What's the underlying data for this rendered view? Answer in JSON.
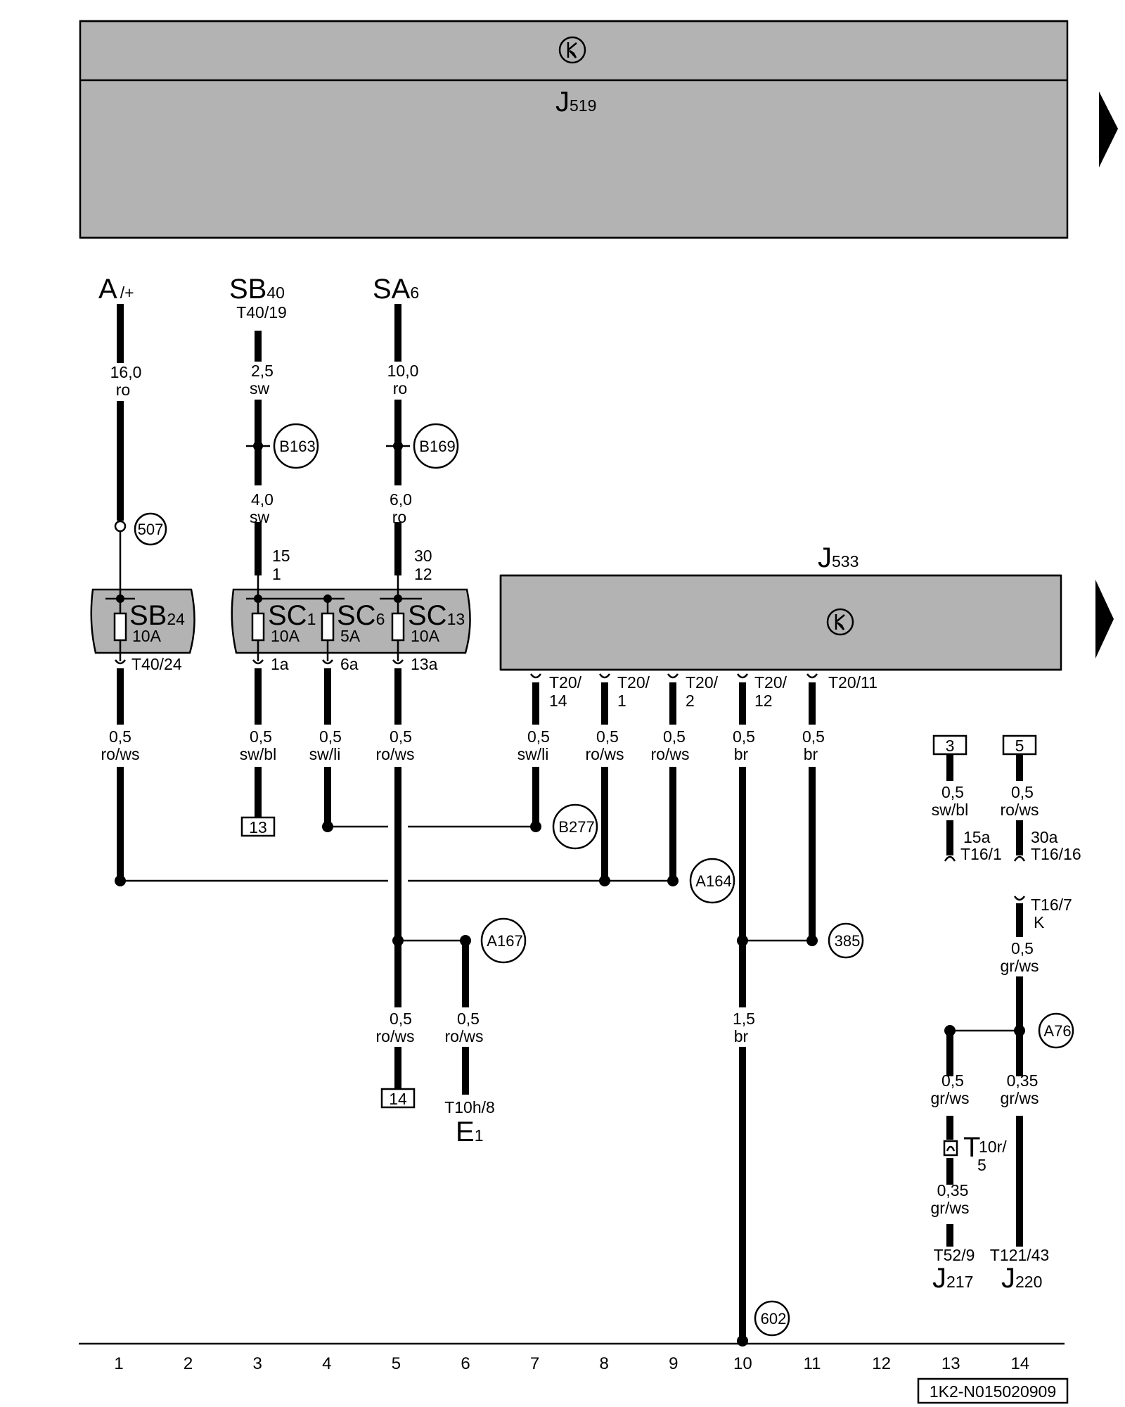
{
  "modules": {
    "top": {
      "name": "J",
      "sub": "519"
    },
    "gateway": {
      "name": "J",
      "sub": "533"
    }
  },
  "sources": {
    "a": {
      "name": "A",
      "sub": "/+"
    },
    "sb": {
      "name": "SB",
      "sub": "40",
      "conn": "T40/19"
    },
    "sa": {
      "name": "SA",
      "sub": "6"
    }
  },
  "fuses": {
    "sb24": {
      "name": "SB",
      "sub": "24",
      "rating": "10A"
    },
    "sc1": {
      "name": "SC",
      "sub": "1",
      "rating": "10A"
    },
    "sc6": {
      "name": "SC",
      "sub": "6",
      "rating": "5A"
    },
    "sc13": {
      "name": "SC",
      "sub": "13",
      "rating": "10A"
    }
  },
  "wires": {
    "w1a": {
      "size": "16,0",
      "color": "ro"
    },
    "w3a": {
      "size": "2,5",
      "color": "sw"
    },
    "w3b": {
      "size": "4,0",
      "color": "sw"
    },
    "w5a": {
      "size": "10,0",
      "color": "ro"
    },
    "w5b": {
      "size": "6,0",
      "color": "ro"
    },
    "w1b": {
      "size": "0,5",
      "color": "ro/ws"
    },
    "w3c": {
      "size": "0,5",
      "color": "sw/bl"
    },
    "w4": {
      "size": "0,5",
      "color": "sw/li"
    },
    "w5c": {
      "size": "0,5",
      "color": "ro/ws"
    },
    "w7": {
      "size": "0,5",
      "color": "sw/li"
    },
    "w8": {
      "size": "0,5",
      "color": "ro/ws"
    },
    "w9": {
      "size": "0,5",
      "color": "ro/ws"
    },
    "w10": {
      "size": "0,5",
      "color": "br"
    },
    "w11": {
      "size": "0,5",
      "color": "br"
    },
    "w5d": {
      "size": "0,5",
      "color": "ro/ws"
    },
    "w6": {
      "size": "0,5",
      "color": "ro/ws"
    },
    "w10b": {
      "size": "1,5",
      "color": "br"
    },
    "w13a": {
      "size": "0,5",
      "color": "sw/bl"
    },
    "w14a": {
      "size": "0,5",
      "color": "ro/ws"
    },
    "w14b": {
      "size": "0,5",
      "color": "gr/ws"
    },
    "w13b": {
      "size": "0,5",
      "color": "gr/ws"
    },
    "w14c": {
      "size": "0,35",
      "color": "gr/ws"
    },
    "w13c": {
      "size": "0,35",
      "color": "gr/ws"
    }
  },
  "pins": {
    "p15": "15",
    "p1": "1",
    "p30": "30",
    "p12": "12",
    "t40_24": "T40/24",
    "p1a": "1a",
    "p6a": "6a",
    "p13a": "13a",
    "t20_14a": "T20/",
    "t20_14b": "14",
    "t20_1a": "T20/",
    "t20_1b": "1",
    "t20_2a": "T20/",
    "t20_2b": "2",
    "t20_12a": "T20/",
    "t20_12b": "12",
    "t20_11": "T20/11",
    "p15a": "15a",
    "t16_1": "T16/1",
    "p30a": "30a",
    "t16_16": "T16/16",
    "t16_7": "T16/7",
    "pk": "K",
    "t10h_8": "T10h/8",
    "t10r_a": "10r/",
    "t10r_b": "5",
    "t10r_t": "T",
    "t52_9": "T52/9",
    "t121_43": "T121/43"
  },
  "components": {
    "e1": {
      "name": "E",
      "sub": "1"
    },
    "j217": {
      "name": "J",
      "sub": "217"
    },
    "j220": {
      "name": "J",
      "sub": "220"
    }
  },
  "nodes": {
    "n507": "507",
    "b163": "B163",
    "b169": "B169",
    "b277": "B277",
    "a164": "A164",
    "a167": "A167",
    "n385": "385",
    "a76": "A76",
    "n602": "602"
  },
  "refs": {
    "r13": "13",
    "r14": "14",
    "r3": "3",
    "r5": "5"
  },
  "columns": [
    "1",
    "2",
    "3",
    "4",
    "5",
    "6",
    "7",
    "8",
    "9",
    "10",
    "11",
    "12",
    "13",
    "14"
  ],
  "footer": {
    "code": "1K2-N015020909"
  }
}
